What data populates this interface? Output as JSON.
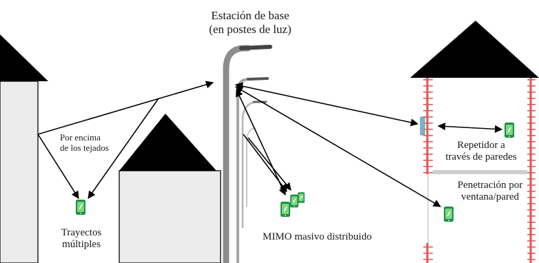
{
  "labels": {
    "base_station_line1": "Estación de base",
    "base_station_line2": "(en postes de luz)",
    "rooftop_line1": "Por encima",
    "rooftop_line2": "de los tejados",
    "multipath_line1": "Trayectos",
    "multipath_line2": "múltiples",
    "mimo": "MIMO masivo distribuido",
    "repeater_line1": "Repetidor a",
    "repeater_line2": "través de paredes",
    "penetration_line1": "Penetración por",
    "penetration_line2": "ventana/pared"
  },
  "colors": {
    "building_fill": "#ececec",
    "roof": "#000000",
    "brick": "#e06060",
    "pole": "#9a9a9a",
    "phone": "#1a9a4a",
    "repeater": "#7fb2c8"
  },
  "icons": [
    "smartphone-icon",
    "streetlight-icon",
    "repeater-icon"
  ]
}
